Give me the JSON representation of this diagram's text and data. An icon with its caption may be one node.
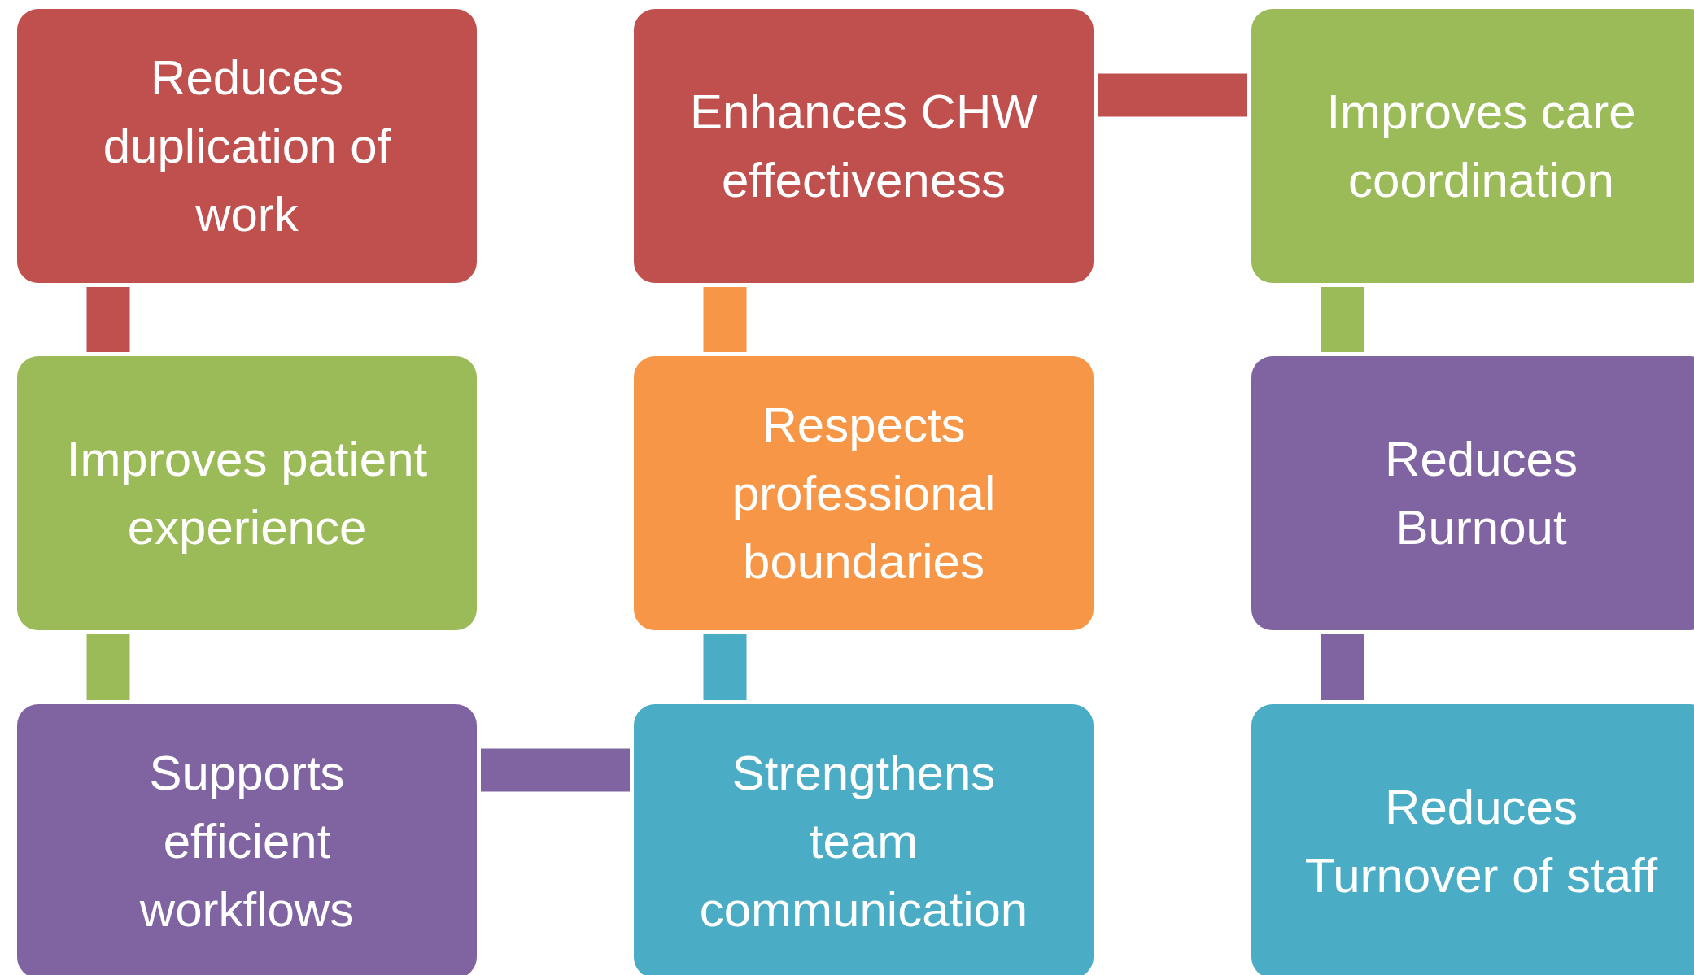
{
  "diagram": {
    "nodes": [
      {
        "text": [
          "Reduces duplication of work"
        ]
      },
      {
        "text": [
          "Improves patient experience"
        ]
      },
      {
        "text": [
          "Supports efficient workflows"
        ]
      },
      {
        "text": [
          "Strengthens team communication"
        ]
      },
      {
        "text": [
          "Respects professional boundaries"
        ]
      },
      {
        "text": [
          "Enhances CHW effectiveness"
        ]
      },
      {
        "text": [
          "Improves care coordination"
        ]
      },
      {
        "text": [
          "Reduces Burnout"
        ]
      },
      {
        "text": [
          "Reduces Turnover of staff"
        ]
      }
    ],
    "edges": [
      {
        "from": 0,
        "to": 1,
        "arrow": "none",
        "color": "#c0504d"
      },
      {
        "from": 1,
        "to": 2,
        "arrow": "none",
        "color": "#9bbb59"
      },
      {
        "from": 2,
        "to": 3,
        "arrow": "none",
        "color": "#8064a2"
      },
      {
        "from": 3,
        "to": 4,
        "arrow": "none",
        "color": "#4bacc6"
      },
      {
        "from": 4,
        "to": 5,
        "arrow": "none",
        "color": "#f79646"
      },
      {
        "from": 5,
        "to": 6,
        "arrow": "none",
        "color": "#c0504d"
      },
      {
        "from": 6,
        "to": 7,
        "arrow": "none",
        "color": "#9bbb59"
      },
      {
        "from": 7,
        "to": 8,
        "arrow": "none",
        "color": "#8064a2"
      }
    ]
  }
}
